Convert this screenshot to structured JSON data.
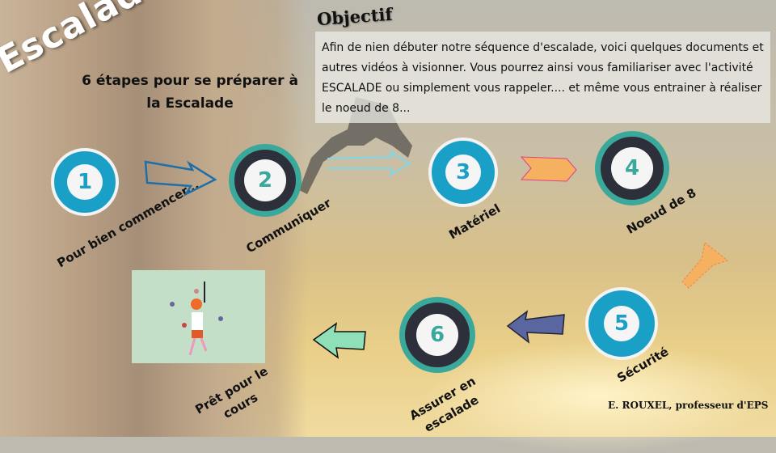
{
  "title": "Escalade",
  "subtitle": "6 étapes pour se préparer à la Escalade",
  "objective": {
    "title": "Objectif",
    "text": "Afin  de nien débuter notre séquence d'escalade, voici quelques documents et autres vidéos à visionner. Vous pourrez ainsi vous familiariser avec l'activité ESCALADE ou simplement vous rappeler....  et même vous entrainer à réaliser le noeud de 8..."
  },
  "steps": [
    {
      "number": "1",
      "label": "Pour bien commencer..."
    },
    {
      "number": "2",
      "label": "Communiquer"
    },
    {
      "number": "3",
      "label": "Matériel"
    },
    {
      "number": "4",
      "label": "Noeud de 8"
    },
    {
      "number": "5",
      "label": "Sécurité"
    },
    {
      "number": "6",
      "label": "Assurer en escalade"
    }
  ],
  "final": {
    "label": "Prêt pour le cours"
  },
  "credit": "E. ROUXEL, professeur d'EPS",
  "colors": {
    "blue": "#1a9fc7",
    "teal": "#3aa99b",
    "dark": "#2d2f3a",
    "orange": "#f5b060"
  }
}
